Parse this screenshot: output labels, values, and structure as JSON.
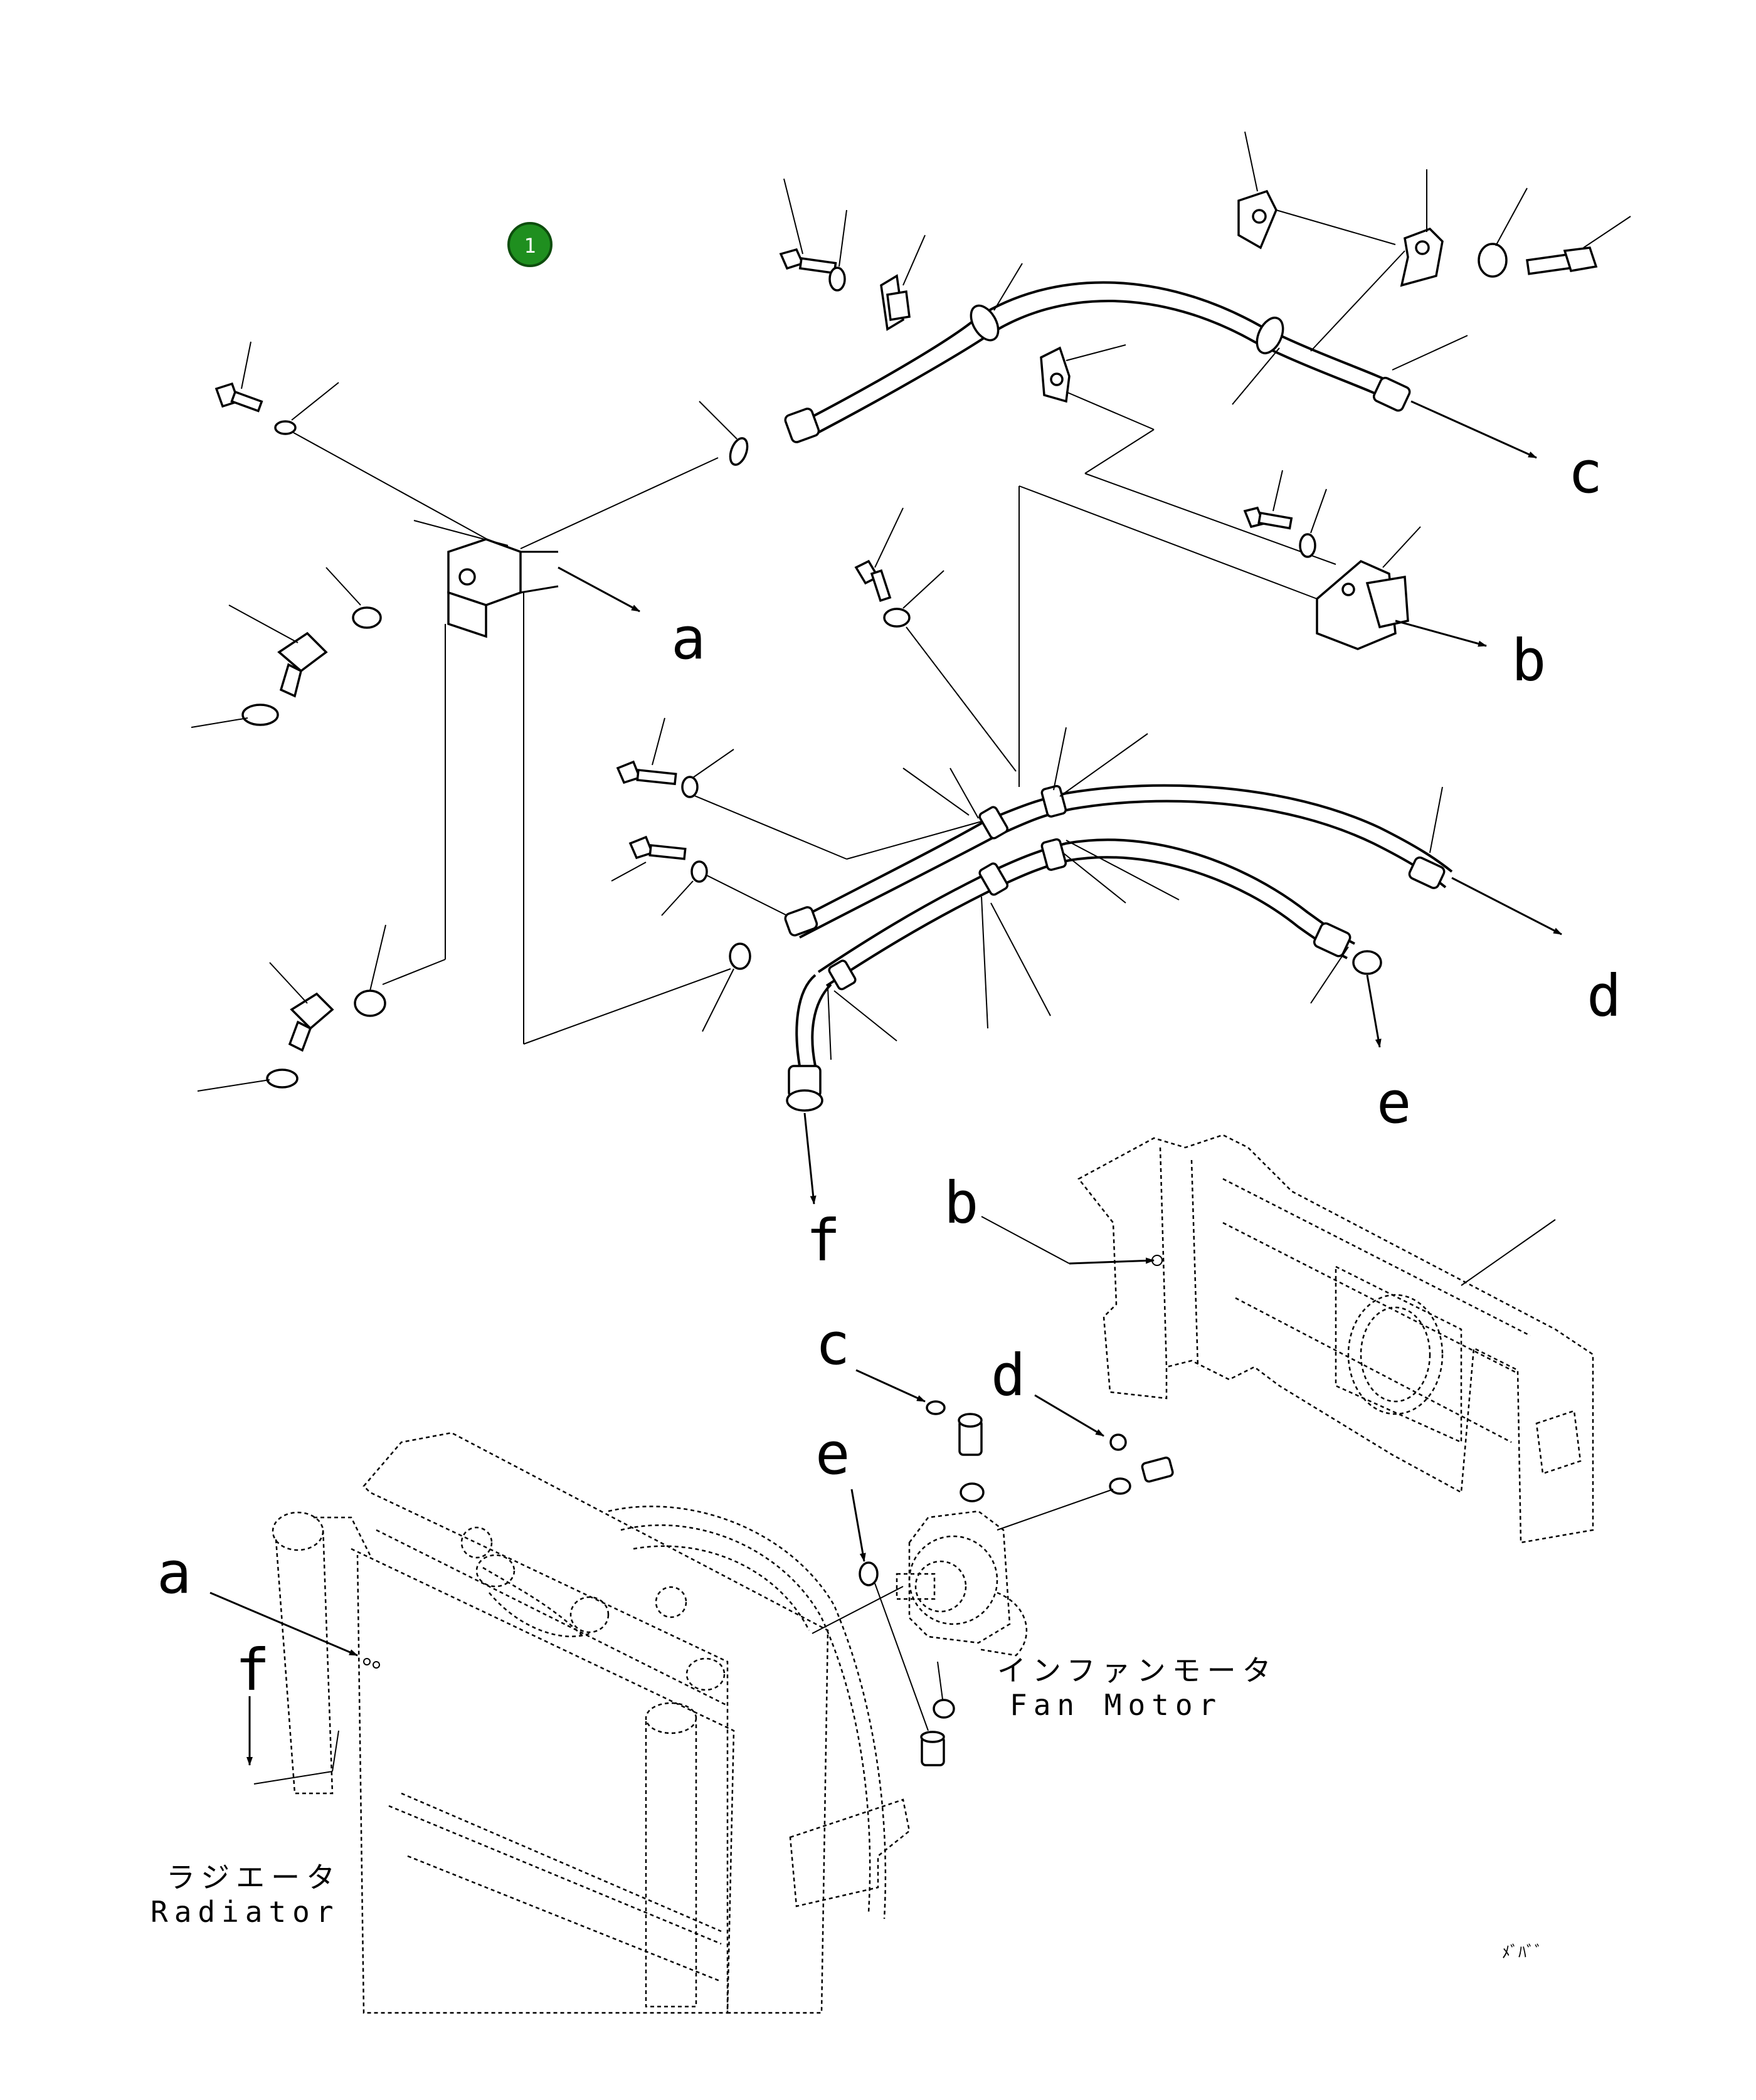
{
  "badge": {
    "number": "1",
    "color": "#1f8f1f"
  },
  "callouts": {
    "a_top": "a",
    "b_top": "b",
    "c_top": "c",
    "d_top": "d",
    "e_top": "e",
    "f_top": "f",
    "b_frame": "b",
    "c_motor": "c",
    "d_motor": "d",
    "e_motor": "e",
    "a_radiator": "a",
    "f_radiator": "f"
  },
  "labels": {
    "fan_motor_jp": "インファンモータ",
    "fan_motor_en": "Fan Motor",
    "radiator_jp": "ラジエータ",
    "radiator_en": "Radiator"
  },
  "footer_mark": "ﾒﾞﾊﾞﾞ"
}
